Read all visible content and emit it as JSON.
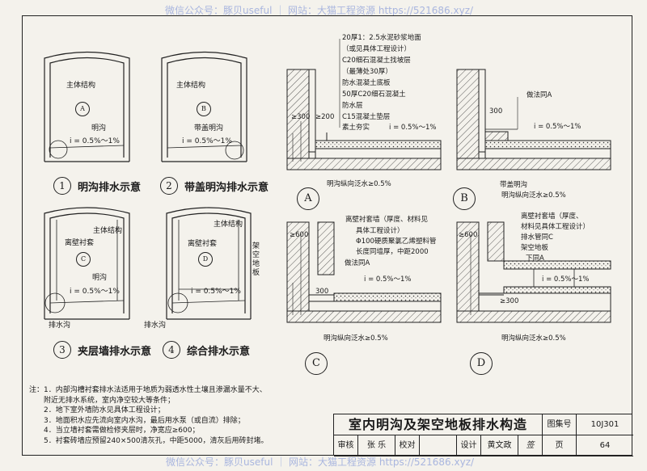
{
  "watermark": {
    "top": "微信公众号：豚贝useful ｜ 网站：大猫工程资源 https://521686.xyz/",
    "bottom": "微信公众号：豚贝useful ｜ 网站：大猫工程资源 https://521686.xyz/"
  },
  "diagrams": {
    "d1": {
      "num": "1",
      "caption": "明沟排水示意",
      "structure": "主体结构",
      "ditch": "明沟",
      "slope": "i = 0.5%～1%",
      "ref": "A",
      "ref_sub": "—"
    },
    "d2": {
      "num": "2",
      "caption": "带盖明沟排水示意",
      "structure": "主体结构",
      "ditch": "带盖明沟",
      "slope": "i = 0.5%～1%",
      "ref": "B",
      "ref_sub": "—"
    },
    "d3": {
      "num": "3",
      "caption": "夹层墙排水示意",
      "structure": "主体结构",
      "wall": "离壁衬套",
      "ditch": "明沟",
      "slope": "i = 0.5%～1%",
      "drain": "排水沟",
      "ref": "C",
      "ref_sub": "—"
    },
    "d4": {
      "num": "4",
      "caption": "综合排水示意",
      "structure": "主体结构",
      "wall": "离壁衬套",
      "floor": "架空地板",
      "slope": "i = 0.5%～1%",
      "drain": "排水沟",
      "ref": "D",
      "ref_sub": "—"
    }
  },
  "details": {
    "A": {
      "letter": "A",
      "layers": [
        "20厚1：2.5水泥砂浆地面",
        "（或见具体工程设计）",
        "C20细石混凝土找坡层",
        "（最薄处30厚）",
        "防水混凝土底板",
        "50厚C20细石混凝土",
        "防水层",
        "C15混凝土垫层",
        "素土夯实"
      ],
      "slope": "i = 0.5%～1%",
      "bottom_note": "明沟纵向泛水≥0.5%",
      "dim1": "≥300",
      "dim2": "≥200"
    },
    "B": {
      "letter": "B",
      "note": "做法同A",
      "dim": "300",
      "slope": "i = 0.5%～1%",
      "cover": "带盖明沟",
      "bottom_note": "明沟纵向泛水≥0.5%"
    },
    "C": {
      "letter": "C",
      "layers": [
        "离壁衬套墙（厚度、材料见",
        "具体工程设计）",
        "Φ100硬质聚氯乙烯塑料管",
        "长度同墙厚，中距2000",
        "做法同A"
      ],
      "slope": "i = 0.5%～1%",
      "bottom_note": "明沟纵向泛水≥0.5%",
      "dim1": "≥600",
      "dim2": "300"
    },
    "D": {
      "letter": "D",
      "layers": [
        "离壁衬套墙（厚度、",
        "材料见具体工程设计）",
        "排水管同C",
        "架空地板",
        "下同A"
      ],
      "slope": "i = 0.5%～1%",
      "bottom_note": "明沟纵向泛水≥0.5%",
      "dim1": "≥600",
      "dim2": "≥300"
    }
  },
  "notes": {
    "head": "注：",
    "items": [
      "1．内部沟槽衬套排水法适用于地质为弱透水性土壤且渗漏水量不大、",
      "    附近无排水系统，室内净空较大等条件；",
      "2．地下室外墙防水见具体工程设计；",
      "3．地面积水应先流向室内水沟，最后用水泵（或自流）排除；",
      "4．当立墙衬套需做检修夹层时，净宽应≥600；",
      "5．衬套砖墙应预留240×500清灰孔，中距5000，清灰后用砖封堵。"
    ]
  },
  "titleblock": {
    "title": "室内明沟及架空地板排水构造",
    "atlas_label": "图集号",
    "atlas_no": "10J301",
    "row2": [
      "审核",
      "张 乐",
      "校对",
      "",
      "设计",
      "黄文政",
      "签",
      "页"
    ],
    "page_no": "64"
  }
}
